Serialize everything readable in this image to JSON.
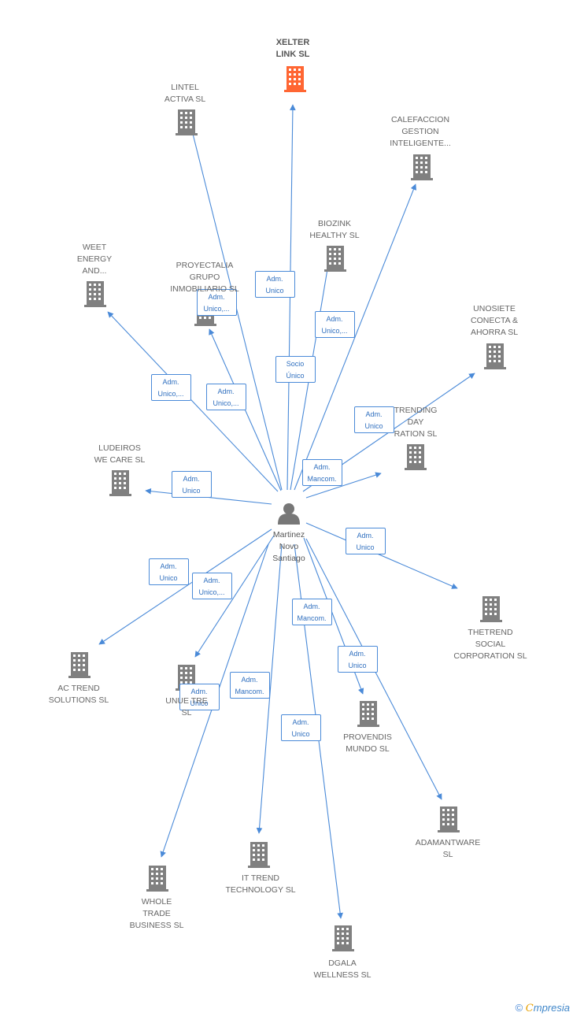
{
  "colors": {
    "edge": "#4a8ad8",
    "building": "#808080",
    "highlight": "#ff6633",
    "person": "#777777"
  },
  "person": {
    "name": "Martinez\nNovo\nSantiago",
    "icon": "person-icon"
  },
  "companies": [
    {
      "id": "xelter",
      "label": "XELTER\nLINK  SL",
      "main": true
    },
    {
      "id": "lintel",
      "label": "LINTEL\nACTIVA  SL"
    },
    {
      "id": "calefaccion",
      "label": "CALEFACCION\nGESTION\nINTELIGENTE..."
    },
    {
      "id": "biozink",
      "label": "BIOZINK\nHEALTHY  SL"
    },
    {
      "id": "weet",
      "label": "WEET\nENERGY\nAND..."
    },
    {
      "id": "proyectalia",
      "label": "PROYECTALIA\nGRUPO\nINMOBILIARIO SL"
    },
    {
      "id": "unosiete",
      "label": "UNOSIETE\nCONECTA &\nAHORRA  SL"
    },
    {
      "id": "trending",
      "label": "TRENDING\nDAY\nRATION SL"
    },
    {
      "id": "ludeiros",
      "label": "LUDEIROS\nWE CARE  SL"
    },
    {
      "id": "thetrend",
      "label": "THETREND\nSOCIAL\nCORPORATION SL"
    },
    {
      "id": "actrend",
      "label": "AC TREND\nSOLUTIONS SL"
    },
    {
      "id": "unue",
      "label": "UNUE TRE\nSL"
    },
    {
      "id": "provendis",
      "label": "PROVENDIS\nMUNDO SL"
    },
    {
      "id": "adamantware",
      "label": "ADAMANTWARE\nSL"
    },
    {
      "id": "whole",
      "label": "WHOLE\nTRADE\nBUSINESS  SL"
    },
    {
      "id": "ittrend",
      "label": "IT TREND\nTECHNOLOGY SL"
    },
    {
      "id": "dgala",
      "label": "DGALA\nWELLNESS  SL"
    }
  ],
  "relations": [
    {
      "to": "xelter",
      "role": "Adm.\nUnico"
    },
    {
      "to": "lintel",
      "role": "Adm.\nUnico,..."
    },
    {
      "to": "calefaccion",
      "role": "Adm.\nUnico,..."
    },
    {
      "to": "biozink",
      "role": "Socio\nÚnico"
    },
    {
      "to": "weet",
      "role": "Adm.\nUnico,..."
    },
    {
      "to": "proyectalia",
      "role": "Adm.\nUnico,..."
    },
    {
      "to": "unosiete",
      "role": "Adm.\nUnico"
    },
    {
      "to": "trending",
      "role": "Adm.\nMancom."
    },
    {
      "to": "ludeiros",
      "role": "Adm.\nUnico"
    },
    {
      "to": "thetrend",
      "role": "Adm.\nUnico"
    },
    {
      "to": "actrend",
      "role": "Adm.\nUnico"
    },
    {
      "to": "unue",
      "role": "Adm.\nUnico,..."
    },
    {
      "to": "provendis",
      "role": "Adm.\nMancom."
    },
    {
      "to": "adamantware",
      "role": "Adm.\nUnico"
    },
    {
      "to": "whole",
      "role": "Adm.\nUnico"
    },
    {
      "to": "ittrend",
      "role": "Adm.\nMancom."
    },
    {
      "to": "dgala",
      "role": "Adm.\nUnico"
    }
  ],
  "footer": {
    "copyright": "©",
    "brand_initial": "C",
    "brand_rest": "mpresia"
  }
}
